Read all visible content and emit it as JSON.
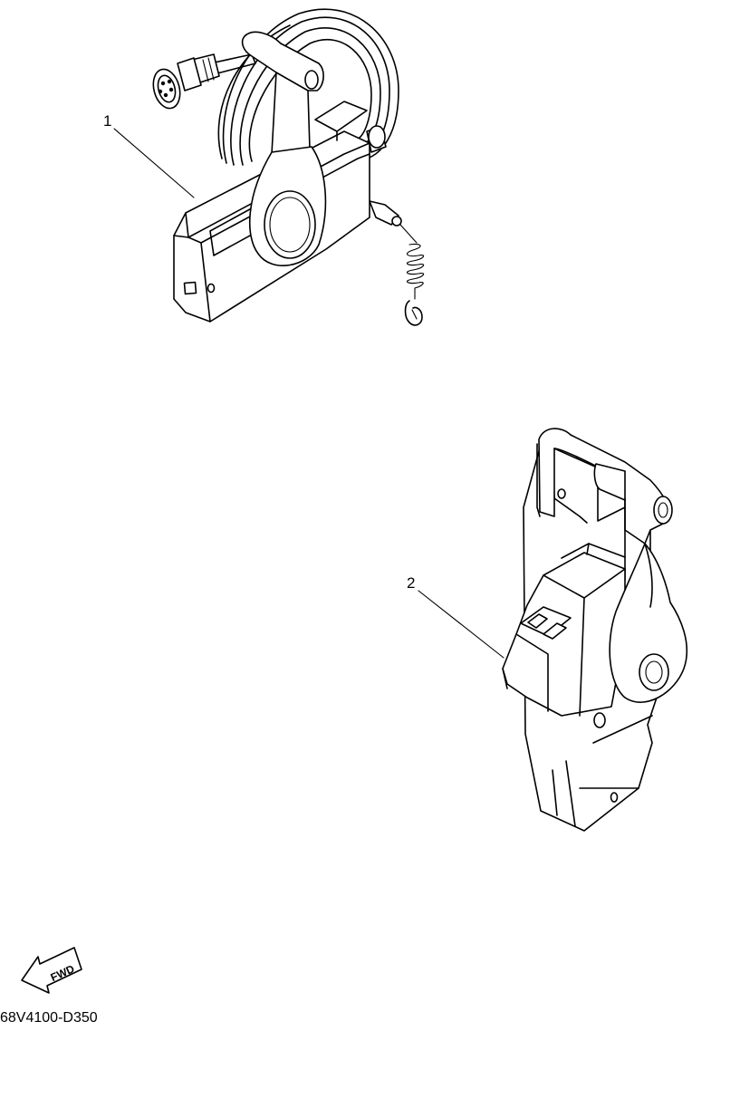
{
  "callouts": [
    {
      "number": "1"
    },
    {
      "number": "2"
    }
  ],
  "direction_marker": {
    "text": "FWD"
  },
  "diagram_code": "68V4100-D350"
}
